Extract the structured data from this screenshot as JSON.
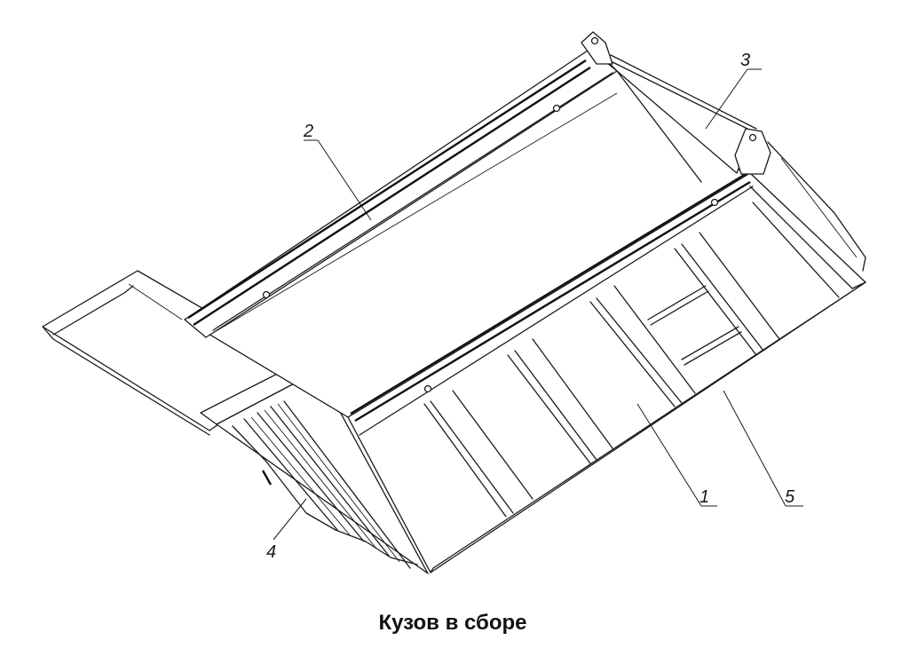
{
  "caption": "Кузов в сборе",
  "callouts": {
    "c1": "1",
    "c2": "2",
    "c3": "3",
    "c4": "4",
    "c5": "5"
  }
}
